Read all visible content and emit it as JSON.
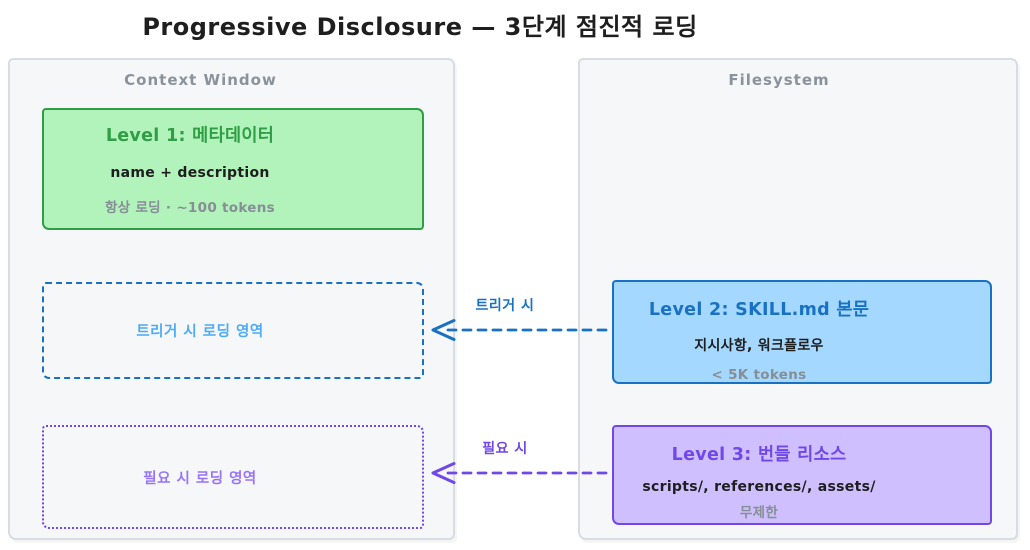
{
  "title": "Progressive Disclosure — 3단계 점진적 로딩",
  "colors": {
    "ink": "#1e1e1e",
    "muted_gray": "#868e96",
    "panel_border": "#d8dde3",
    "panel_fill": "#f6f7f9",
    "green": "#2f9e44",
    "green_fill": "#b2f2bb",
    "blue": "#1971c2",
    "blue_fill": "#a5d8ff",
    "blue_light": "#4dabf7",
    "purple": "#7048e8",
    "purple_fill": "#d0bfff",
    "purple_light": "#9775fa"
  },
  "panels": {
    "context_window": {
      "label": "Context Window",
      "level1": {
        "title": "Level 1: 메타데이터",
        "subtitle": "name + description",
        "meta": "항상 로딩 · ~100 tokens"
      },
      "trigger_area": {
        "label": "트리거 시 로딩 영역"
      },
      "ondemand_area": {
        "label": "필요 시 로딩 영역"
      }
    },
    "filesystem": {
      "label": "Filesystem",
      "level2": {
        "title": "Level 2: SKILL.md 본문",
        "subtitle": "지시사항, 워크플로우",
        "meta": "< 5K tokens"
      },
      "level3": {
        "title": "Level 3: 번들 리소스",
        "subtitle": "scripts/, references/, assets/",
        "meta": "무제한"
      }
    }
  },
  "arrows": {
    "trigger": {
      "label": "트리거 시"
    },
    "ondemand": {
      "label": "필요 시"
    }
  }
}
